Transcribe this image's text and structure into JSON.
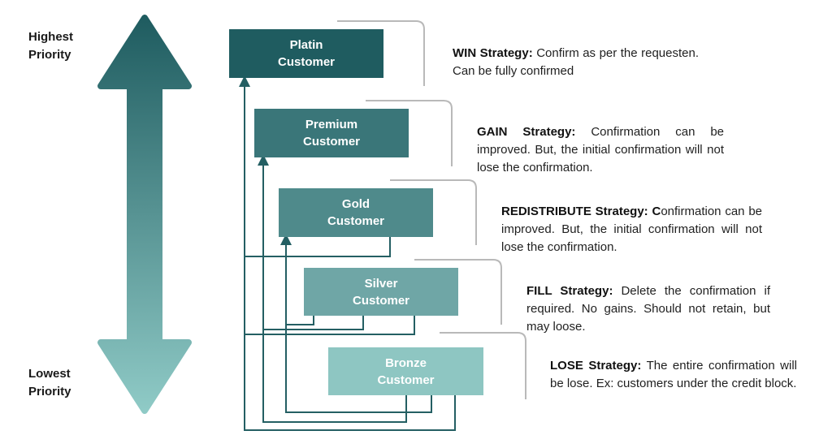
{
  "priority": {
    "high_line1": "Highest",
    "high_line2": "Priority",
    "low_line1": "Lowest",
    "low_line2": "Priority"
  },
  "tiers": [
    {
      "line1": "Platin",
      "line2": "Customer",
      "color": "#1f5c60",
      "strategy_name": "WIN Strategy:",
      "strategy_text": " Confirm as per the requesten. Can be fully confirmed"
    },
    {
      "line1": "Premium",
      "line2": "Customer",
      "color": "#3a7679",
      "strategy_name": "GAIN Strategy:",
      "strategy_text": " Confirmation can be improved. But, the initial confirmation will not lose the confirmation."
    },
    {
      "line1": "Gold",
      "line2": "Customer",
      "color": "#4f8a8b",
      "strategy_name": "REDISTRIBUTE Strategy: C",
      "strategy_text": "onfirmation can be improved. But, the initial confirmation will not lose the confirmation."
    },
    {
      "line1": "Silver",
      "line2": "Customer",
      "color": "#6fa6a6",
      "strategy_name": "FILL Strategy:",
      "strategy_text": " Delete the confirmation if required. No gains. Should not retain, but may loose."
    },
    {
      "line1": "Bronze",
      "line2": "Customer",
      "color": "#8ec6c2",
      "strategy_name": "LOSE Strategy:",
      "strategy_text": " The entire confirmation will be lose. Ex: customers under the credit block."
    }
  ],
  "colors": {
    "arrow_top": "#1f5c60",
    "arrow_bottom": "#8fcac6",
    "connector": "#245f63",
    "bracket": "#b9b9b9"
  }
}
